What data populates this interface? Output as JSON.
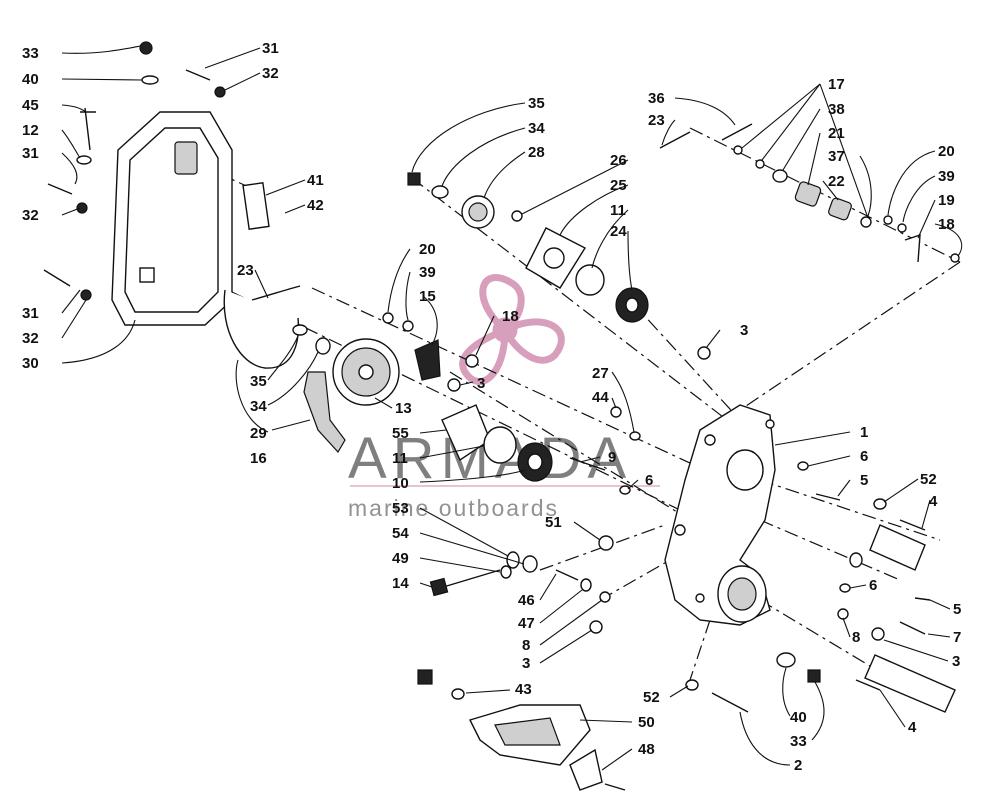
{
  "watermark": {
    "brand": "ARMADA",
    "tagline": "marine outboards",
    "logo_color": "#d18fb0"
  },
  "callouts": [
    {
      "id": "c33a",
      "label": "33"
    },
    {
      "id": "c40a",
      "label": "40"
    },
    {
      "id": "c45",
      "label": "45"
    },
    {
      "id": "c12",
      "label": "12"
    },
    {
      "id": "c31a",
      "label": "31"
    },
    {
      "id": "c32a",
      "label": "32"
    },
    {
      "id": "c31b",
      "label": "31"
    },
    {
      "id": "c32b",
      "label": "32"
    },
    {
      "id": "c31c",
      "label": "31"
    },
    {
      "id": "c32c",
      "label": "32"
    },
    {
      "id": "c30",
      "label": "30"
    },
    {
      "id": "c41",
      "label": "41"
    },
    {
      "id": "c42",
      "label": "42"
    },
    {
      "id": "c23a",
      "label": "23"
    },
    {
      "id": "c35a",
      "label": "35"
    },
    {
      "id": "c34a",
      "label": "34"
    },
    {
      "id": "c29",
      "label": "29"
    },
    {
      "id": "c16",
      "label": "16"
    },
    {
      "id": "c13",
      "label": "13"
    },
    {
      "id": "c55",
      "label": "55"
    },
    {
      "id": "c11a",
      "label": "11"
    },
    {
      "id": "c10",
      "label": "10"
    },
    {
      "id": "c53",
      "label": "53"
    },
    {
      "id": "c54",
      "label": "54"
    },
    {
      "id": "c49",
      "label": "49"
    },
    {
      "id": "c14",
      "label": "14"
    },
    {
      "id": "c46",
      "label": "46"
    },
    {
      "id": "c47",
      "label": "47"
    },
    {
      "id": "c8a",
      "label": "8"
    },
    {
      "id": "c3a",
      "label": "3"
    },
    {
      "id": "c43",
      "label": "43"
    },
    {
      "id": "c50",
      "label": "50"
    },
    {
      "id": "c48",
      "label": "48"
    },
    {
      "id": "c52a",
      "label": "52"
    },
    {
      "id": "c2",
      "label": "2"
    },
    {
      "id": "c40b",
      "label": "40"
    },
    {
      "id": "c33b",
      "label": "33"
    },
    {
      "id": "c4a",
      "label": "4"
    },
    {
      "id": "c3b",
      "label": "3"
    },
    {
      "id": "c7",
      "label": "7"
    },
    {
      "id": "c8b",
      "label": "8"
    },
    {
      "id": "c5a",
      "label": "5"
    },
    {
      "id": "c6a",
      "label": "6"
    },
    {
      "id": "c4b",
      "label": "4"
    },
    {
      "id": "c52b",
      "label": "52"
    },
    {
      "id": "c5b",
      "label": "5"
    },
    {
      "id": "c6b",
      "label": "6"
    },
    {
      "id": "c1",
      "label": "1"
    },
    {
      "id": "c51",
      "label": "51"
    },
    {
      "id": "c6c",
      "label": "6"
    },
    {
      "id": "c9",
      "label": "9"
    },
    {
      "id": "c27",
      "label": "27"
    },
    {
      "id": "c44",
      "label": "44"
    },
    {
      "id": "c3c",
      "label": "3"
    },
    {
      "id": "c3d",
      "label": "3"
    },
    {
      "id": "c18a",
      "label": "18"
    },
    {
      "id": "c15",
      "label": "15"
    },
    {
      "id": "c20a",
      "label": "20"
    },
    {
      "id": "c39a",
      "label": "39"
    },
    {
      "id": "c35b",
      "label": "35"
    },
    {
      "id": "c34b",
      "label": "34"
    },
    {
      "id": "c28",
      "label": "28"
    },
    {
      "id": "c26",
      "label": "26"
    },
    {
      "id": "c25",
      "label": "25"
    },
    {
      "id": "c11b",
      "label": "11"
    },
    {
      "id": "c24",
      "label": "24"
    },
    {
      "id": "c36",
      "label": "36"
    },
    {
      "id": "c23b",
      "label": "23"
    },
    {
      "id": "c17",
      "label": "17"
    },
    {
      "id": "c38",
      "label": "38"
    },
    {
      "id": "c21",
      "label": "21"
    },
    {
      "id": "c37",
      "label": "37"
    },
    {
      "id": "c22",
      "label": "22"
    },
    {
      "id": "c20b",
      "label": "20"
    },
    {
      "id": "c39b",
      "label": "39"
    },
    {
      "id": "c19",
      "label": "19"
    },
    {
      "id": "c18b",
      "label": "18"
    }
  ]
}
